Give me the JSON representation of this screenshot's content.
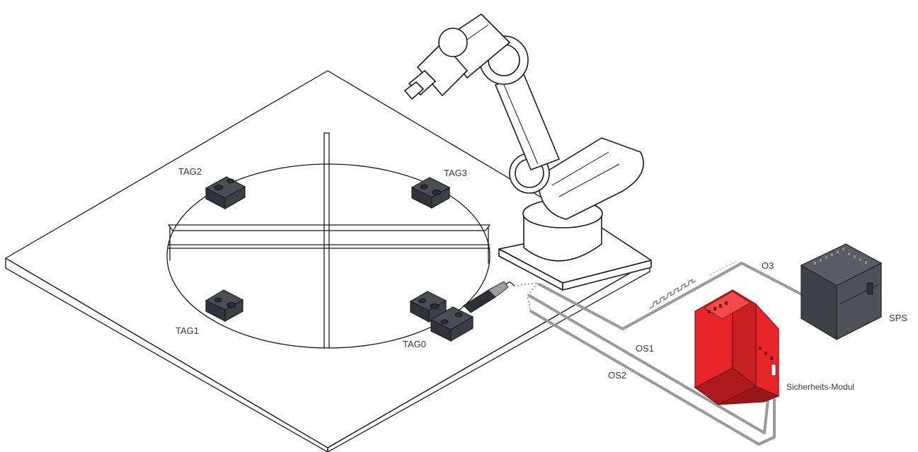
{
  "labels": {
    "tag0": "TAG0",
    "tag1": "TAG1",
    "tag2": "TAG2",
    "tag3": "TAG3",
    "o3": "O3",
    "os1": "OS1",
    "os2": "OS2",
    "sps": "SPS",
    "safety_module": "Sicherheits-Modul"
  },
  "colors": {
    "safety_module": "#e8262a",
    "safety_module_dark": "#b01a1c",
    "plc": "#4a4d52",
    "tag": "#3b4047",
    "cable": "#9a9a9a"
  }
}
